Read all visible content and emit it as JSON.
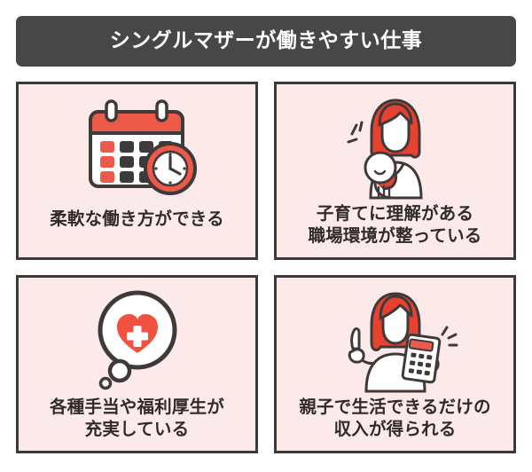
{
  "header": {
    "title": "シングルマザーが働きやすい仕事"
  },
  "colors": {
    "header_bg": "#474747",
    "header_text": "#ffffff",
    "card_bg": "#fce9e9",
    "card_border": "#3f3a3a",
    "accent_red": "#ee5a49",
    "ink": "#3f3a3a",
    "page_bg": "#ffffff"
  },
  "cards": [
    {
      "icon": "calendar-clock-icon",
      "lines": [
        "柔軟な働き方ができる"
      ]
    },
    {
      "icon": "mother-holding-baby-icon",
      "lines": [
        "子育てに理解がある",
        "職場環境が整っている"
      ]
    },
    {
      "icon": "thought-bubble-heart-plus-icon",
      "lines": [
        "各種手当や福利厚生が",
        "充実している"
      ]
    },
    {
      "icon": "woman-with-calculator-icon",
      "lines": [
        "親子で生活できるだけの",
        "収入が得られる"
      ]
    }
  ]
}
